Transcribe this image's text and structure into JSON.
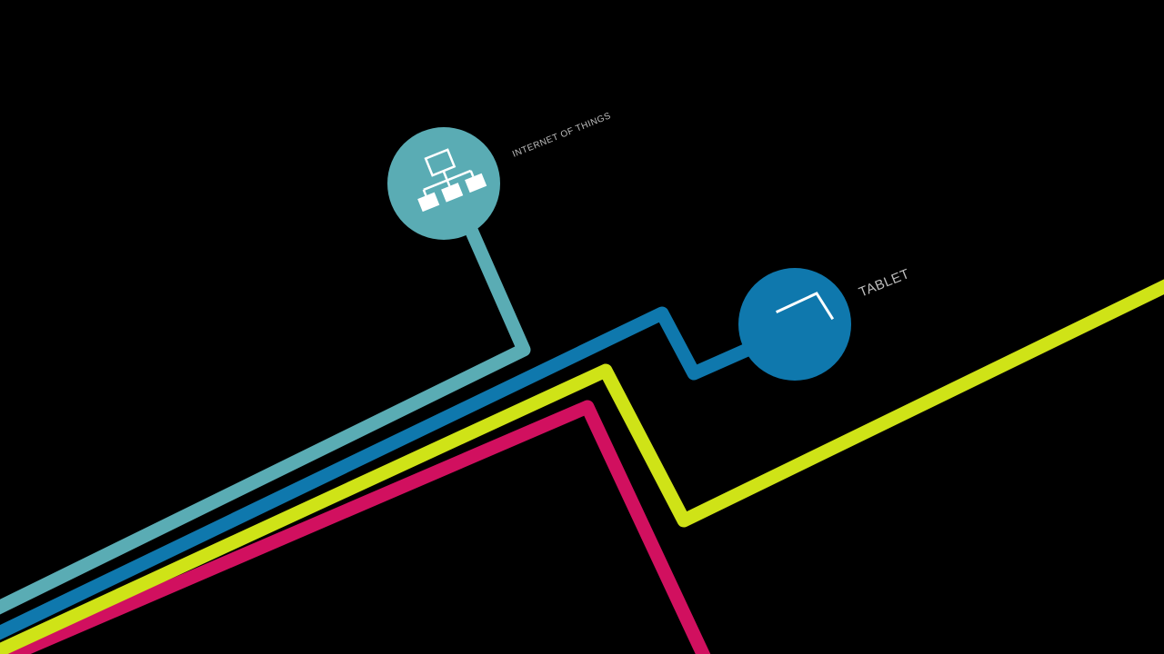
{
  "colors": {
    "background": "#000000",
    "teal": "#5aacb4",
    "blue": "#0f78ad",
    "lime": "#cfe317",
    "magenta": "#d1105f",
    "label": "#bdbdbd",
    "icon": "#ffffff"
  },
  "nodes": {
    "internet_of_things": {
      "label": "INTERNET OF THINGS",
      "icon": "network-hierarchy-icon",
      "color": "teal"
    },
    "tablet": {
      "label": "TABLET",
      "icon": "tablet-icon",
      "color": "blue"
    }
  }
}
